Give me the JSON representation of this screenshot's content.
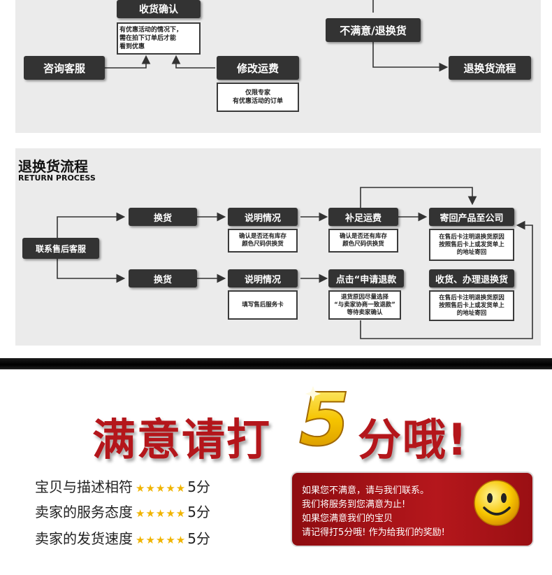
{
  "top_flow": {
    "confirm_label": "收货确认",
    "confirm_note": [
      "有优惠活动的情况下，",
      "需在拍下订单后才能",
      "看到优惠"
    ],
    "consult_label": "咨询客服",
    "modify_label": "修改运费",
    "modify_note": [
      "仅限专家",
      "有优惠活动的订单"
    ],
    "unsatisfied_label": "不满意/退换货",
    "return_flow_label": "退换货流程"
  },
  "return_section": {
    "title_cn": "退换货流程",
    "title_en": "RETURN PROCESS",
    "contact_label": "联系售后客服",
    "row1": {
      "step1": "换货",
      "step2": "说明情况",
      "step2_note": [
        "确认是否还有库存",
        "颜色尺码供换货"
      ],
      "step3": "补足运费",
      "step3_note": [
        "确认是否还有库存",
        "颜色尺码供换货"
      ],
      "step4": "寄回产品至公司",
      "step4_note": [
        "在售后卡注明退换货原因",
        "按照售后卡上或发货单上",
        "的地址寄回"
      ]
    },
    "row2": {
      "step1": "换货",
      "step2": "说明情况",
      "step2_note": [
        "填写售后服务卡"
      ],
      "step3": "点击“申请退款",
      "step3_note": [
        "退货原因尽量选择",
        "“与卖家协商一致退款”",
        "等待卖家确认"
      ],
      "step4": "收货、办理退换货",
      "step4_note": [
        "在售后卡注明退换货原因",
        "按照售后卡上或发货单上",
        "的地址寄回"
      ]
    }
  },
  "rating": {
    "headline_left": "满意请打",
    "headline_number": "5",
    "headline_right": "分哦!",
    "items": [
      {
        "label": "宝贝与描述相符",
        "stars": 5,
        "score": "5分"
      },
      {
        "label": "卖家的服务态度",
        "stars": 5,
        "score": "5分"
      },
      {
        "label": "卖家的发货速度",
        "stars": 5,
        "score": "5分"
      }
    ],
    "star_text": "★★★★★",
    "message": [
      "如果您不满意，请与我们联系。",
      "我们将服务到您满意为止!",
      "如果您满意我们的宝贝",
      "请记得打5分哦! 作为给我们的奖励!"
    ]
  },
  "colors": {
    "dark_box": "#333333",
    "accent_red": "#b4161b",
    "star": "#f0b400"
  }
}
